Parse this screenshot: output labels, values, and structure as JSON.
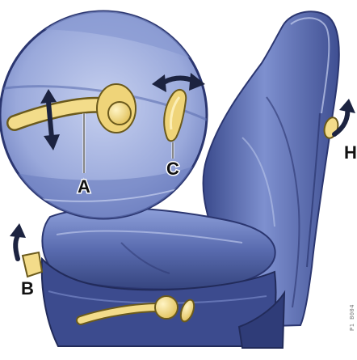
{
  "labels": {
    "lever_a": "A",
    "lever_b": "B",
    "lever_c": "C",
    "lever_h": "H"
  },
  "side_code": "P1 B004",
  "colors": {
    "seat_main": "#5d6fb0",
    "seat_dark": "#33427e",
    "seat_light": "#9fb0de",
    "lever_fill": "#f3dc8a",
    "lever_stroke": "#6b5a1c",
    "arrow": "#1c2340",
    "lens_bg": "#aebbe2"
  }
}
